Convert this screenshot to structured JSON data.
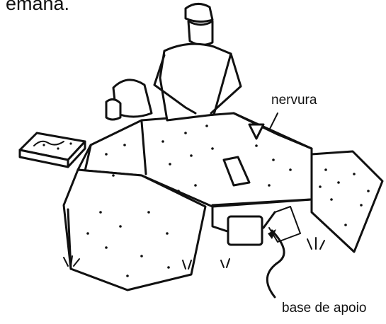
{
  "caption": "emana.",
  "labels": {
    "rib": "nervura",
    "support_base": "base de apoio"
  }
}
